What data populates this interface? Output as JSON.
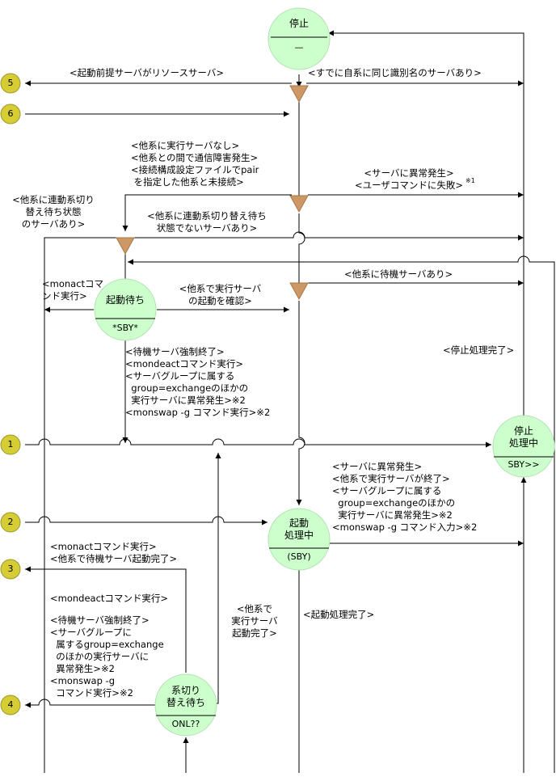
{
  "states": {
    "stop": {
      "name": "停止",
      "sub": "—"
    },
    "waiting_start": {
      "name": "起動待ち",
      "sub": "*SBY*"
    },
    "stopping": {
      "name": "停止\n処理中",
      "sub": "SBY>>"
    },
    "starting": {
      "name": "起動\n処理中",
      "sub": "(SBY)"
    },
    "switch_wait": {
      "name": "系切り\n替え待ち",
      "sub": "ONL??"
    }
  },
  "connectors": [
    "5",
    "6",
    "1",
    "2",
    "3",
    "4"
  ],
  "labels": {
    "prereq_resource": "<起動前提サーバがリソースサーバ>",
    "same_id": "<すでに自系に同じ識別名のサーバあり>",
    "no_exec_others": "<他系に実行サーバなし>\n<他系との間で通信障害発生>\n<接続構成設定ファイルでpair\n を指定した他系と未接続>",
    "server_error_cmd_fail": "<サーバに異常発生>\n<ユーザコマンドに失敗>",
    "note1": "※1",
    "linked_wait_exists": "<他系に連動系切り\n替え待ち状態\nのサーバあり>",
    "linked_wait_not": "<他系に連動系切り替え待ち\n状態でないサーバあり>",
    "standby_other": "<他系に待機サーバあり>",
    "monact_left": "<monactコマ\nンド実行>",
    "exec_confirm": "<他系で実行サーバ\nの起動を確認>",
    "stop_complete": "<停止処理完了>",
    "force_end_block": "<待機サーバ強制終了>\n<mondeactコマンド実行>\n<サーバグループに属する\n  group=exchangeのほかの\n  実行サーバに異常発生>※2\n<monswap -g コマンド実行>※2",
    "starting_out": "<サーバに異常発生>\n<他系で実行サーバが終了>\n<サーバグループに属する\n  group=exchangeのほかの\n  実行サーバに異常発生>※2\n<monswap -g コマンド入力>※2",
    "monact_standby_done": "<monactコマンド実行>\n<他系で待機サーバ起動完了>",
    "mondeact_exec": "<mondeactコマンド実行>",
    "force_end_block2": "<待機サーバ強制終了>\n<サーバグループに\n  属するgroup=exchange\n  のほかの実行サーバに\n  異常発生>※2\n<monswap -g\n  コマンド実行>※2",
    "exec_start_done_other": "<他系で\n実行サーバ\n起動完了>",
    "start_complete": "<起動処理完了>"
  },
  "colors": {
    "state_fill": "#ccffcc",
    "state_stroke": "#b3e0b3",
    "connector_fill": "#d6cc33",
    "connector_stroke": "#999933",
    "junction_fill": "#cc9966",
    "line": "#000000"
  }
}
